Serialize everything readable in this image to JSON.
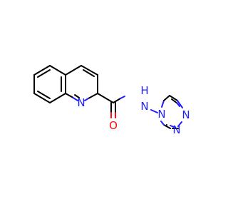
{
  "molecule": {
    "atoms": {
      "n_quinoline": {
        "label": "N",
        "color": "#1f1fff"
      },
      "o_carbonyl": {
        "label": "O",
        "color": "#ff0d0d"
      },
      "n_amide": {
        "label": "N",
        "color": "#1f1fff"
      },
      "h_amide": {
        "label": "H",
        "color": "#1f1fff"
      },
      "n_triazole_4": {
        "label": "N",
        "color": "#1f1fff"
      },
      "n_triazole_1": {
        "label": "N",
        "color": "#1f1fff"
      },
      "n_triazole_2": {
        "label": "N",
        "color": "#1f1fff"
      }
    }
  }
}
